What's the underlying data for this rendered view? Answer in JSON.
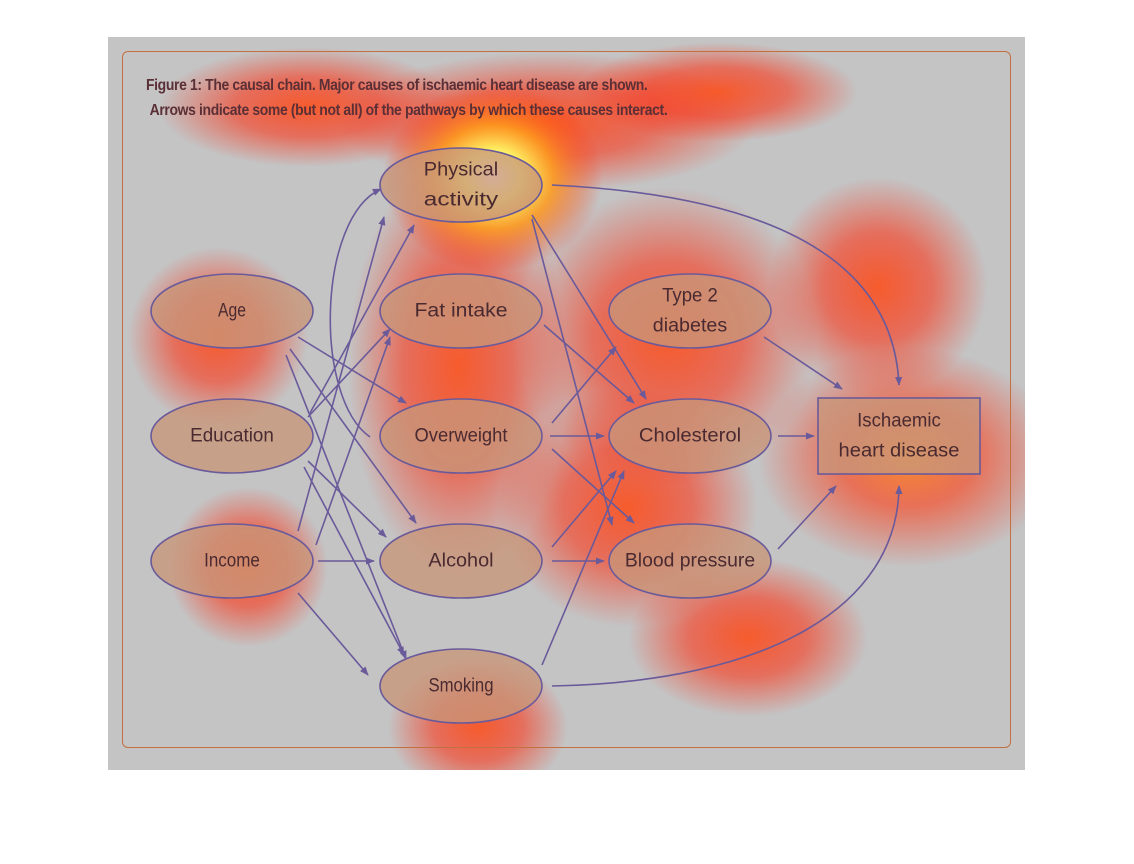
{
  "caption": {
    "line1": "Figure 1: The causal chain. Major causes of ischaemic heart disease are shown.",
    "line2": "Arrows indicate some (but not all) of the pathways by which these causes interact."
  },
  "nodes": {
    "physical_activity": [
      "Physical",
      "activity"
    ],
    "age": [
      "Age"
    ],
    "education": [
      "Education"
    ],
    "income": [
      "Income"
    ],
    "fat_intake": [
      "Fat intake"
    ],
    "overweight": [
      "Overweight"
    ],
    "alcohol": [
      "Alcohol"
    ],
    "smoking": [
      "Smoking"
    ],
    "type2_diabetes": [
      "Type 2",
      "diabetes"
    ],
    "cholesterol": [
      "Cholesterol"
    ],
    "blood_pressure": [
      "Blood pressure"
    ],
    "ischaemic_heart_disease": [
      "Ischaemic",
      "heart disease"
    ]
  },
  "edges": [
    [
      "age",
      "physical_activity"
    ],
    [
      "age",
      "overweight"
    ],
    [
      "age",
      "alcohol"
    ],
    [
      "age",
      "smoking"
    ],
    [
      "education",
      "physical_activity"
    ],
    [
      "education",
      "fat_intake"
    ],
    [
      "education",
      "alcohol"
    ],
    [
      "education",
      "smoking"
    ],
    [
      "income",
      "physical_activity"
    ],
    [
      "income",
      "fat_intake"
    ],
    [
      "income",
      "alcohol"
    ],
    [
      "income",
      "smoking"
    ],
    [
      "fat_intake",
      "cholesterol"
    ],
    [
      "overweight",
      "type2_diabetes"
    ],
    [
      "overweight",
      "cholesterol"
    ],
    [
      "overweight",
      "blood_pressure"
    ],
    [
      "alcohol",
      "cholesterol"
    ],
    [
      "alcohol",
      "blood_pressure"
    ],
    [
      "smoking",
      "cholesterol"
    ],
    [
      "physical_activity",
      "cholesterol"
    ],
    [
      "physical_activity",
      "blood_pressure"
    ],
    [
      "physical_activity",
      "ischaemic_heart_disease"
    ],
    [
      "type2_diabetes",
      "ischaemic_heart_disease"
    ],
    [
      "cholesterol",
      "ischaemic_heart_disease"
    ],
    [
      "blood_pressure",
      "ischaemic_heart_disease"
    ],
    [
      "smoking",
      "ischaemic_heart_disease"
    ]
  ],
  "colors": {
    "figure_background": "#c4c4c5",
    "frame": "#c2703f",
    "node_fill": "#c8967a",
    "node_stroke": "#6a5a9a",
    "arrow": "#6a5a9a",
    "caption_text": "#5b2f36",
    "heatmap_hot": "#ffff6e",
    "heatmap_warm": "#ff2a0a"
  },
  "overlay": "attention-heatmap"
}
